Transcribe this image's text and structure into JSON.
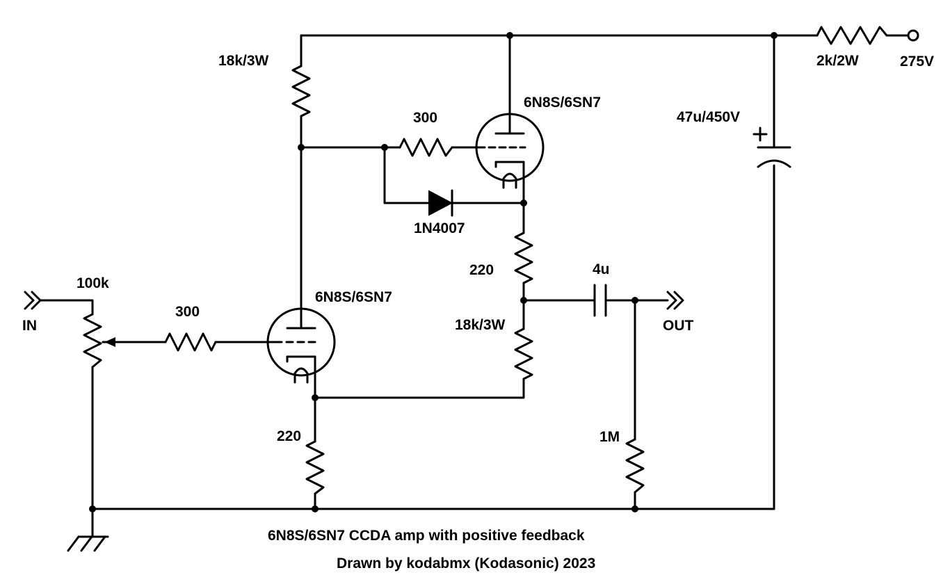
{
  "labels": {
    "r_plate_supply": "18k/3W",
    "r_grid_upper": "300",
    "tube_upper": "6N8S/6SN7",
    "r_dropper": "2k/2W",
    "supply_voltage": "275V",
    "cap_filter": "47u/450V",
    "diode": "1N4007",
    "r_cathode_upper": "220",
    "cap_coupling": "4u",
    "r_feedback": "18k/3W",
    "output": "OUT",
    "pot": "100k",
    "input": "IN",
    "r_grid_lower": "300",
    "tube_lower": "6N8S/6SN7",
    "r_cathode_lower": "220",
    "r_load": "1M"
  },
  "caption": {
    "title": "6N8S/6SN7 CCDA amp with positive feedback",
    "credit": "Drawn by kodabmx (Kodasonic) 2023"
  },
  "colors": {
    "ink": "#000000",
    "background": "#ffffff"
  }
}
